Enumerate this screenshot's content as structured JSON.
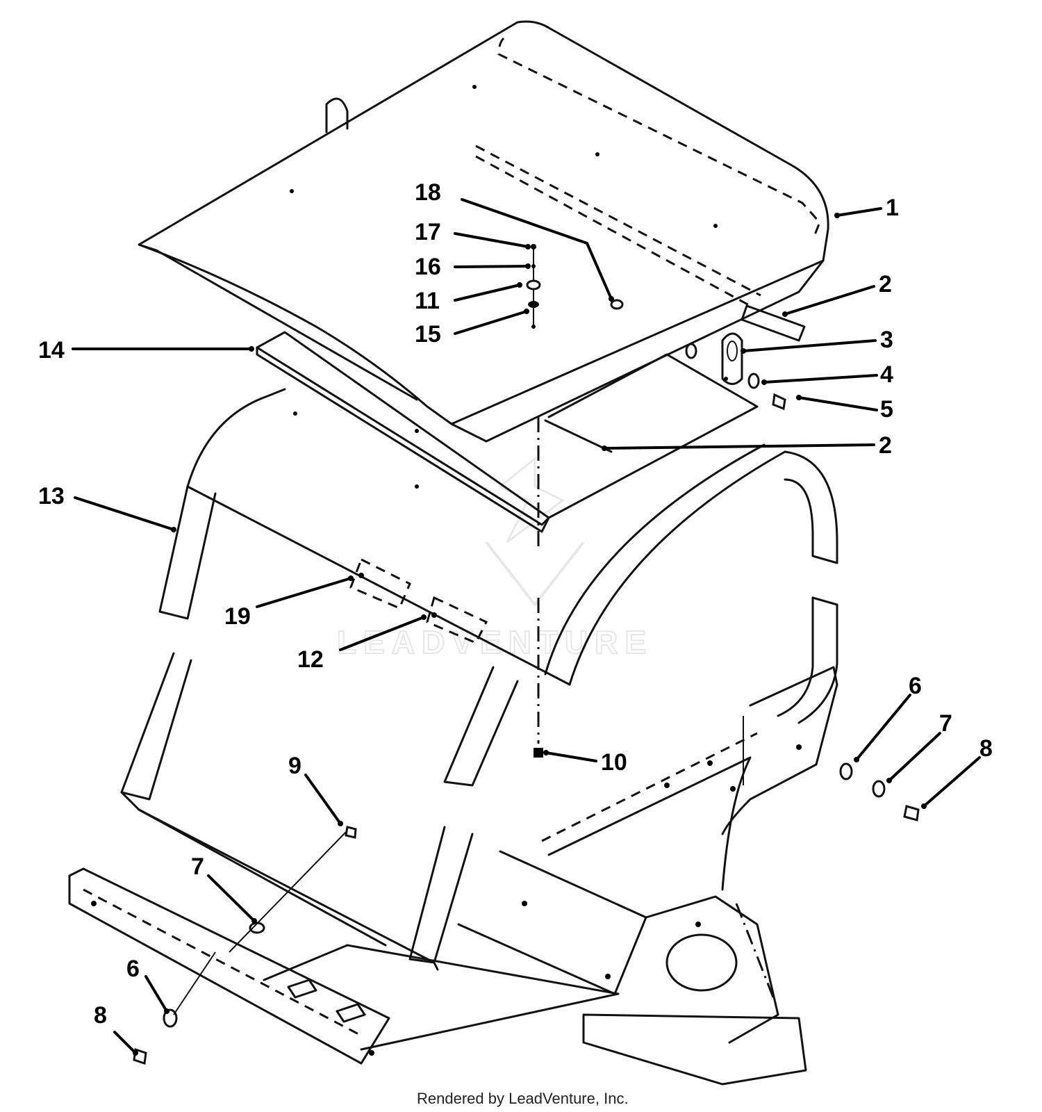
{
  "watermark": "LEADVENTURE",
  "footer": "Rendered by LeadVenture, Inc.",
  "callouts": {
    "c1": "1",
    "c2a": "2",
    "c2b": "2",
    "c3": "3",
    "c4": "4",
    "c5": "5",
    "c6a": "6",
    "c6b": "6",
    "c7a": "7",
    "c7b": "7",
    "c8a": "8",
    "c8b": "8",
    "c9": "9",
    "c10": "10",
    "c11": "11",
    "c12": "12",
    "c13": "13",
    "c14": "14",
    "c15": "15",
    "c16": "16",
    "c17": "17",
    "c18": "18",
    "c19": "19"
  }
}
